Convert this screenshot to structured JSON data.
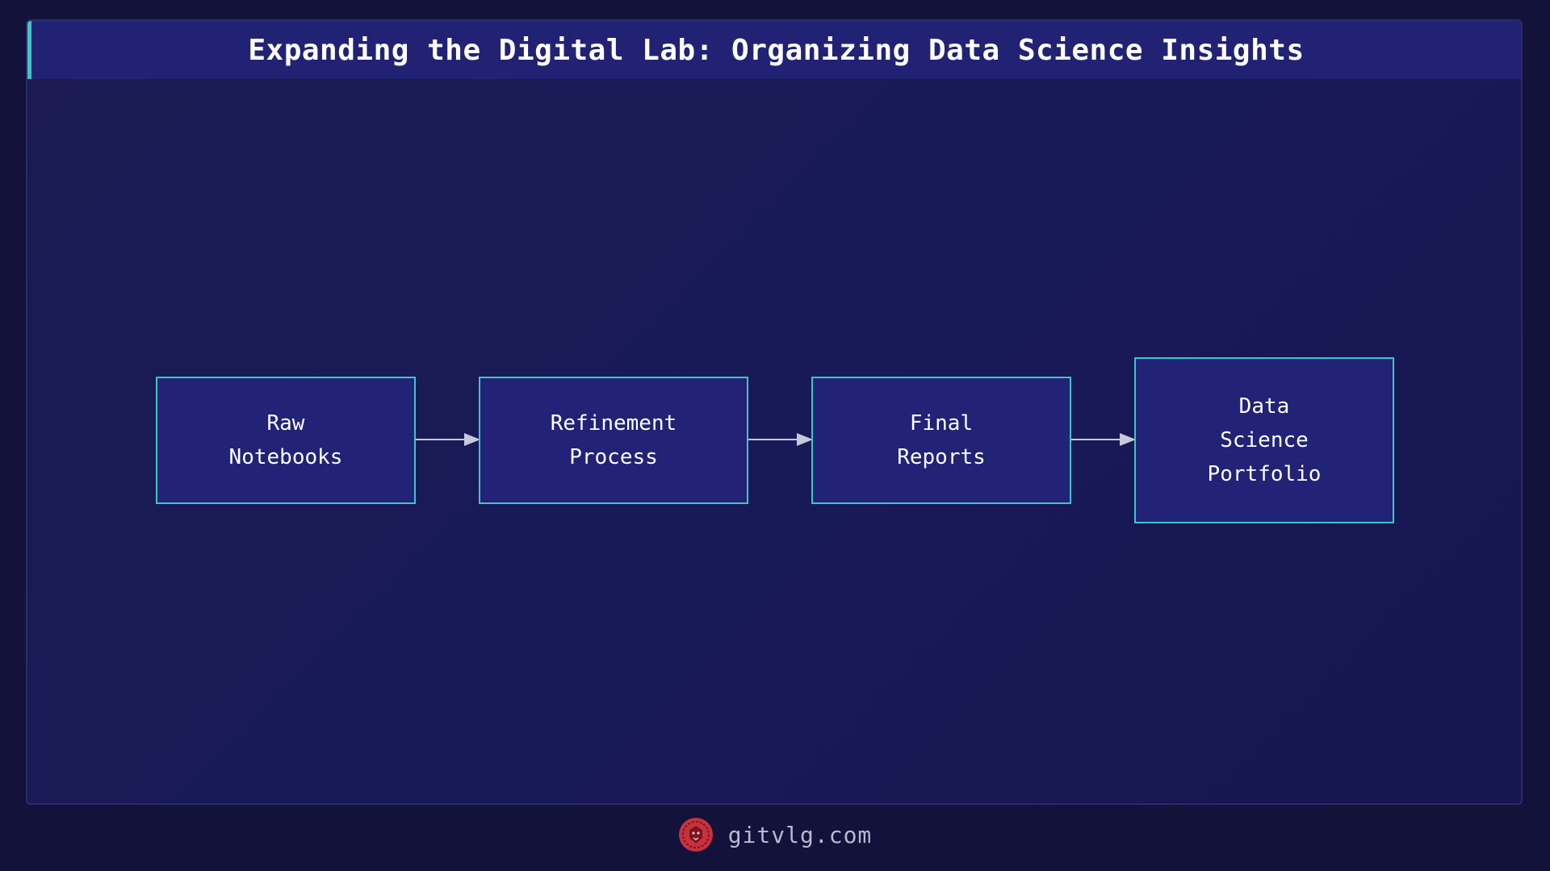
{
  "header": {
    "title": "Expanding the Digital Lab: Organizing Data Science Insights"
  },
  "diagram": {
    "nodes": [
      {
        "id": "raw-notebooks",
        "label": "Raw\nNotebooks"
      },
      {
        "id": "refinement-process",
        "label": "Refinement\nProcess"
      },
      {
        "id": "final-reports",
        "label": "Final\nReports"
      },
      {
        "id": "data-science-portfolio",
        "label": "Data\nScience\nPortfolio"
      }
    ],
    "edges": [
      {
        "from": "raw-notebooks",
        "to": "refinement-process"
      },
      {
        "from": "refinement-process",
        "to": "final-reports"
      },
      {
        "from": "final-reports",
        "to": "data-science-portfolio"
      }
    ]
  },
  "footer": {
    "site": "gitvlg.com",
    "logo_icon": "lion-logo-icon"
  },
  "colors": {
    "background": "#12123a",
    "panel": "#1b1b52",
    "title_bar": "#222275",
    "accent": "#3ec6c6",
    "node_fill": "#222276",
    "logo": "#c8323c"
  }
}
